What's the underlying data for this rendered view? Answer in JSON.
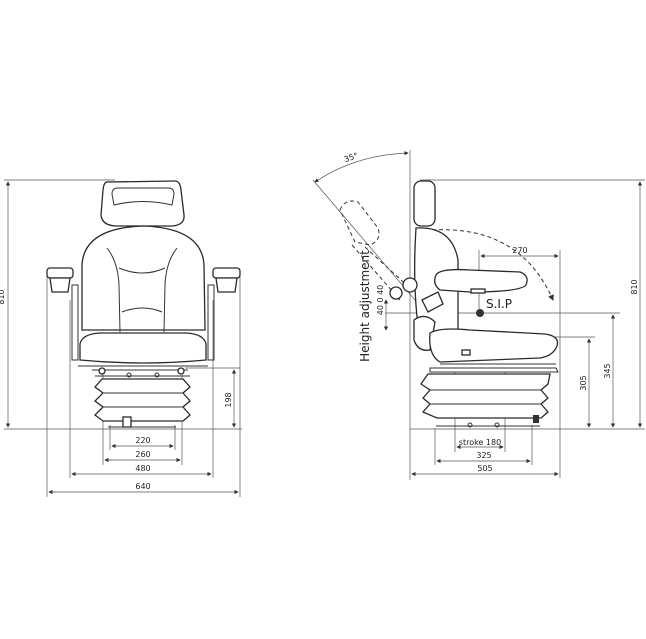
{
  "front_view": {
    "dimensions": {
      "height_total": "810",
      "suspension_height": "198",
      "mount_inner": "220",
      "mount_outer": "260",
      "armrest_inner": "480",
      "overall_width": "640"
    }
  },
  "side_view": {
    "dimensions": {
      "backrest_angle": "35°",
      "sip_to_front": "270",
      "sip_label": "S.I.P",
      "height_adjustment_label": "Height adjustment",
      "height_adjustment_range": "40 0 40",
      "seat_height": "305",
      "sip_height": "345",
      "height_total": "810",
      "stroke": "stroke 180",
      "base_depth": "325",
      "overall_depth": "505"
    }
  }
}
